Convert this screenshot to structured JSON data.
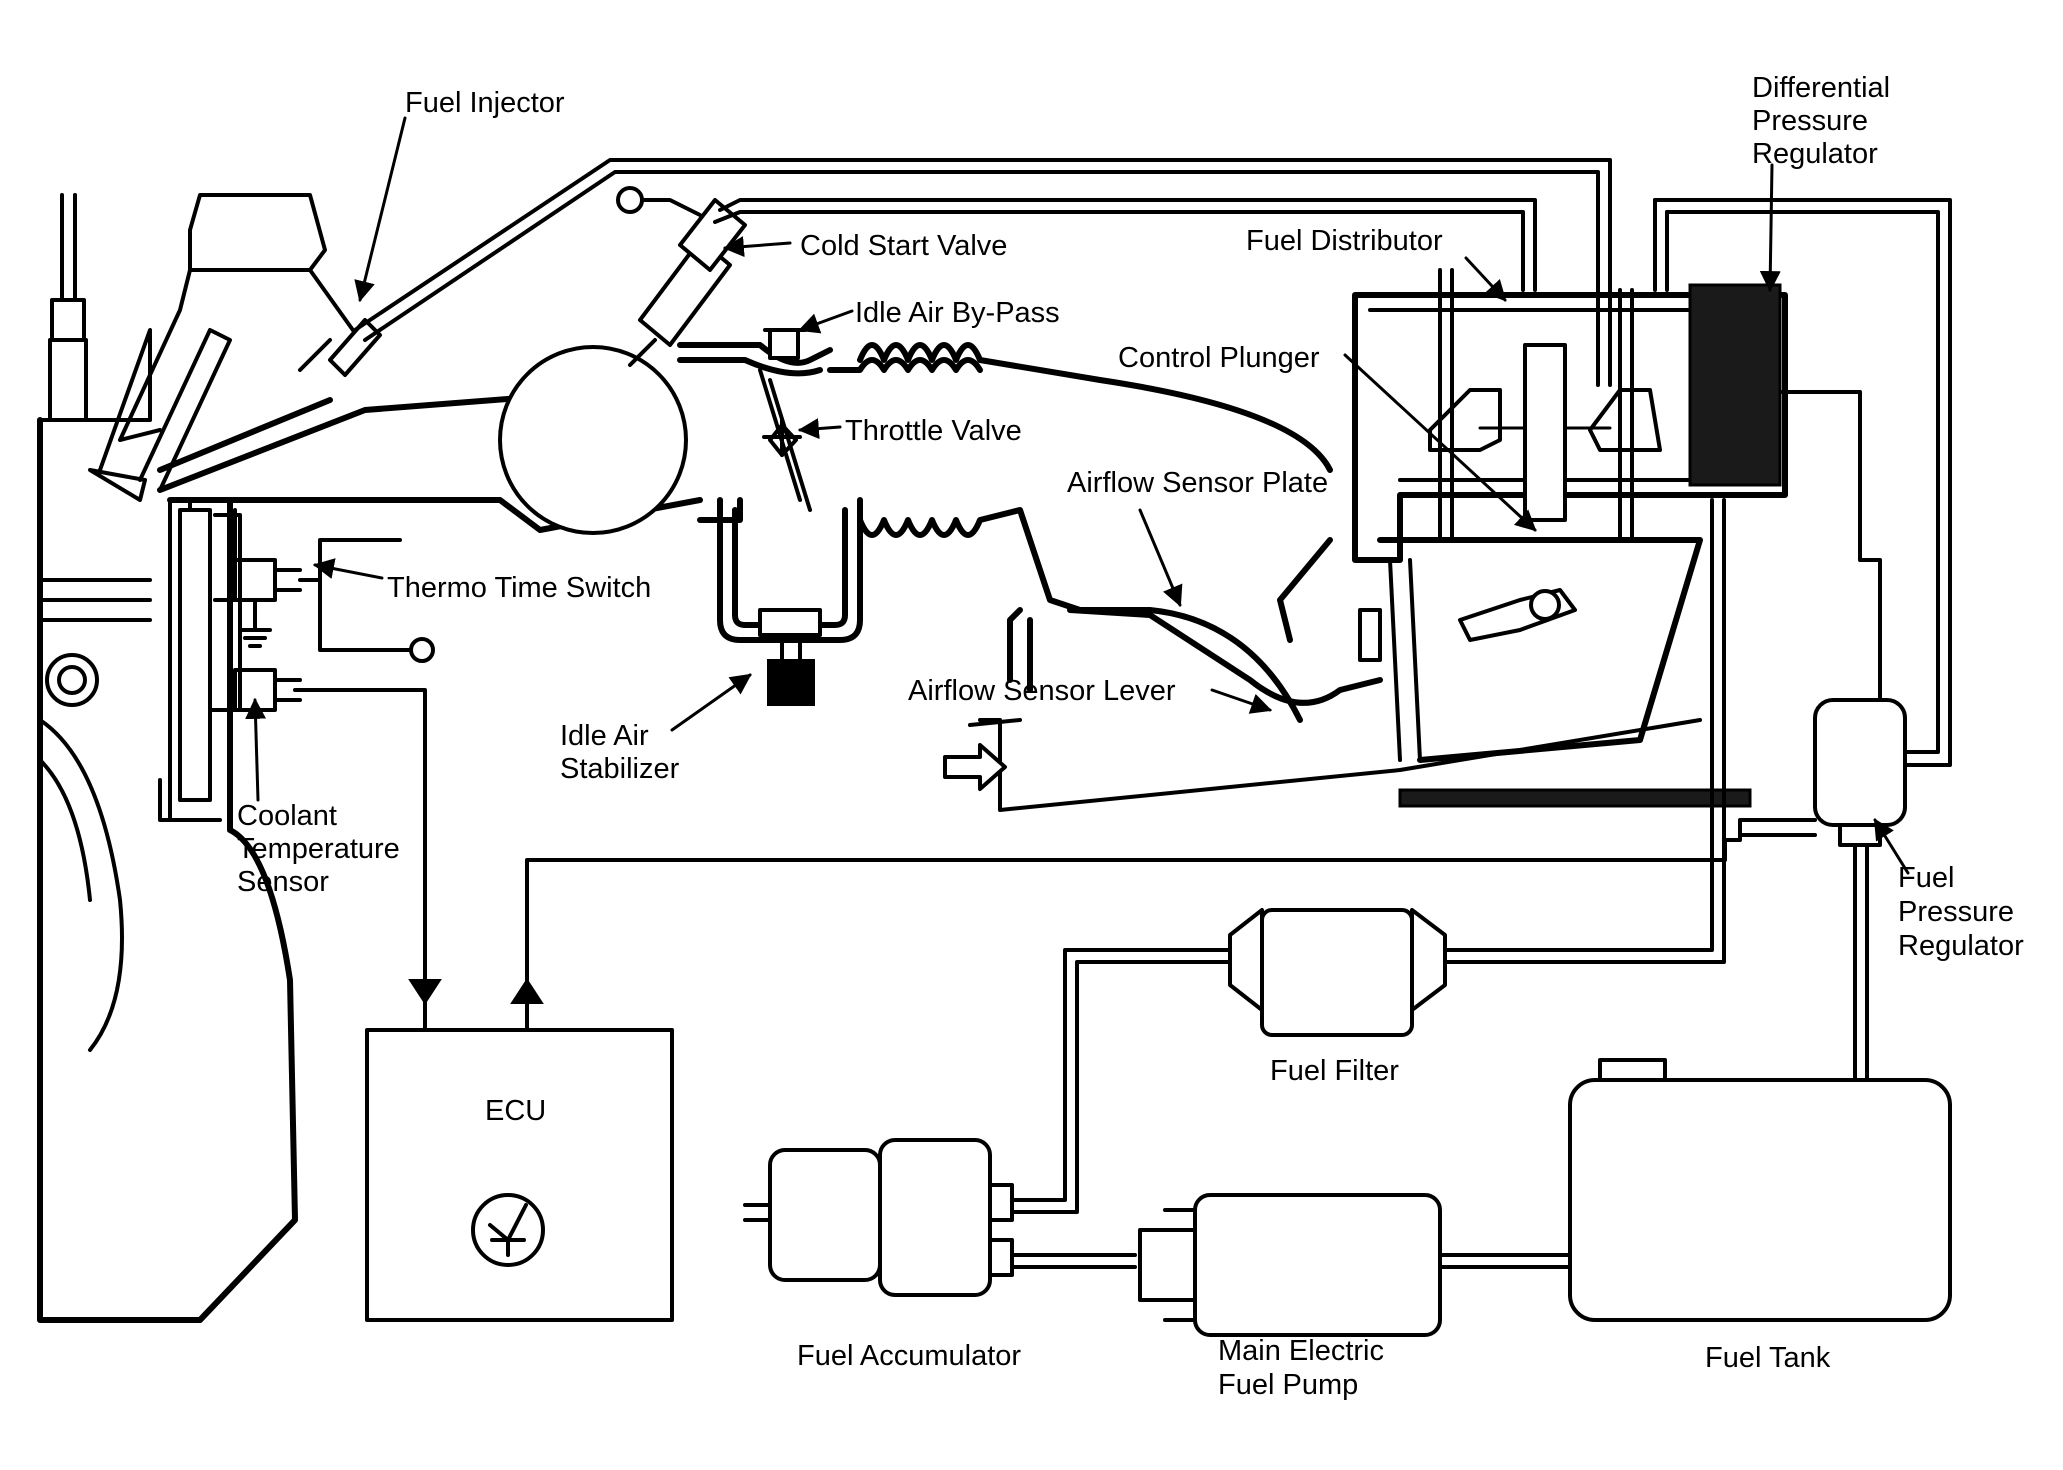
{
  "labels": {
    "fuel_injector": "Fuel Injector",
    "cold_start_valve": "Cold Start Valve",
    "idle_air_bypass": "Idle Air By-Pass",
    "throttle_valve": "Throttle Valve",
    "thermo_time_switch": "Thermo Time Switch",
    "idle_air_stabilizer_1": "Idle Air",
    "idle_air_stabilizer_2": "Stabilizer",
    "coolant_sensor_1": "Coolant",
    "coolant_sensor_2": "Temperature",
    "coolant_sensor_3": "Sensor",
    "ecu": "ECU",
    "differential_regulator_1": "Differential",
    "differential_regulator_2": "Pressure",
    "differential_regulator_3": "Regulator",
    "fuel_distributor": "Fuel Distributor",
    "control_plunger": "Control Plunger",
    "airflow_sensor_plate": "Airflow Sensor Plate",
    "airflow_sensor_lever": "Airflow Sensor Lever",
    "fuel_pressure_regulator_1": "Fuel",
    "fuel_pressure_regulator_2": "Pressure",
    "fuel_pressure_regulator_3": "Regulator",
    "fuel_filter": "Fuel Filter",
    "fuel_accumulator": "Fuel Accumulator",
    "main_pump_1": "Main Electric",
    "main_pump_2": "Fuel Pump",
    "fuel_tank": "Fuel Tank"
  }
}
